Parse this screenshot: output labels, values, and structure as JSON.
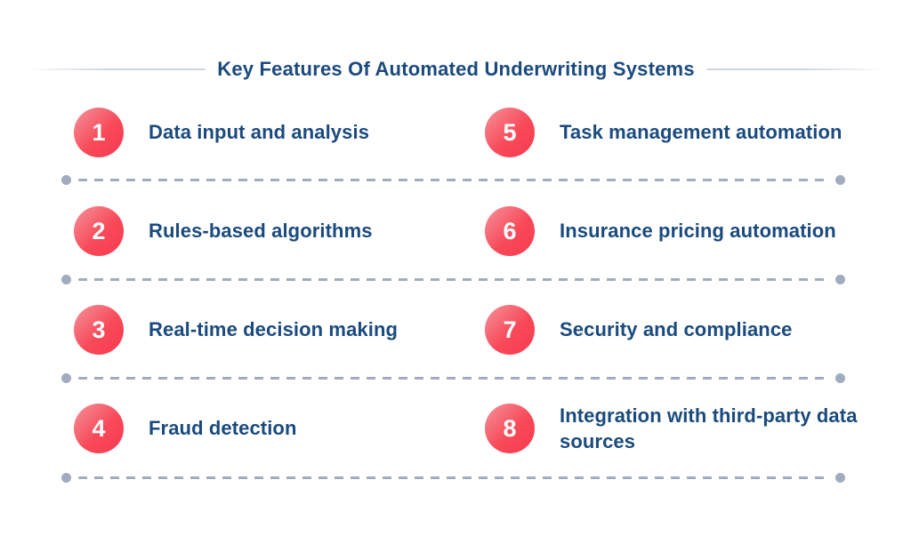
{
  "page": {
    "title": "Key Features Of Automated Underwriting Systems"
  },
  "features": [
    {
      "number": "1",
      "label": "Data input and analysis"
    },
    {
      "number": "2",
      "label": "Rules-based algorithms"
    },
    {
      "number": "3",
      "label": "Real-time decision making"
    },
    {
      "number": "4",
      "label": "Fraud detection"
    },
    {
      "number": "5",
      "label": "Task management automation"
    },
    {
      "number": "6",
      "label": "Insurance pricing automation"
    },
    {
      "number": "7",
      "label": "Security and compliance"
    },
    {
      "number": "8",
      "label": "Integration with third-party data sources"
    }
  ],
  "colors": {
    "title_text": "#1a4a7e",
    "label_text": "#1a4a7e",
    "badge_gradient_start": "#f5939c",
    "badge_gradient_end": "#f83a50",
    "badge_number_text": "#ffffff",
    "divider": "#a1acc0",
    "title_rule": "#cbd6e0",
    "background": "#ffffff"
  }
}
